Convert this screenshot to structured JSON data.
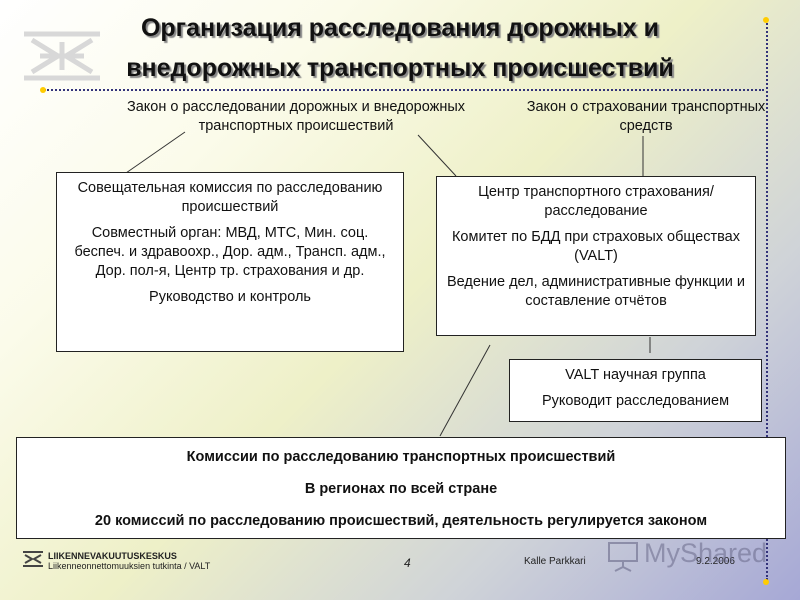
{
  "title": {
    "line1": "Организация расследования дорожных и",
    "line2": "внедорожных транспортных происшествий"
  },
  "laws": {
    "left": [
      "Закон о расследовании дорожных и внедорожных",
      "транспортных происшествий"
    ],
    "right": [
      "Закон о страховании транспортных",
      "средств"
    ]
  },
  "boxes": {
    "commission": [
      "Совещательная комиссия по расследованию происшествий",
      "Совместный орган: МВД, МТС, Мин. соц. беспеч. и здравоохр., Дор. адм., Трансп. адм., Дор. пол-я, Центр тр. страхования и др.",
      "Руководство и контроль"
    ],
    "center": [
      "Центр транспортного страхования/расследование",
      "Комитет по БДД при страховых обществах (VALT)",
      "Ведение дел, административные функции и составление отчётов"
    ],
    "valt": [
      "VALT научная группа",
      "Руководит расследованием"
    ],
    "bottom": [
      "Комиссии по расследованию транспортных происшествий",
      "В регионах по всей стране",
      "20 комиссий по расследованию происшествий, деятельность регулируется законом"
    ]
  },
  "footer": {
    "logo_line1": "LIIKENNEVAKUUTUSKESKUS",
    "logo_line2": "Liikenneonnettomuuksien tutkinta / VALT",
    "page": "4",
    "author": "Kalle Parkkari",
    "date": "9.2.2006",
    "watermark": "MyShared"
  },
  "colors": {
    "dotted_rule": "#33337a",
    "dot": "#ffcc00",
    "logo_stroke": "#d8d8d8"
  }
}
